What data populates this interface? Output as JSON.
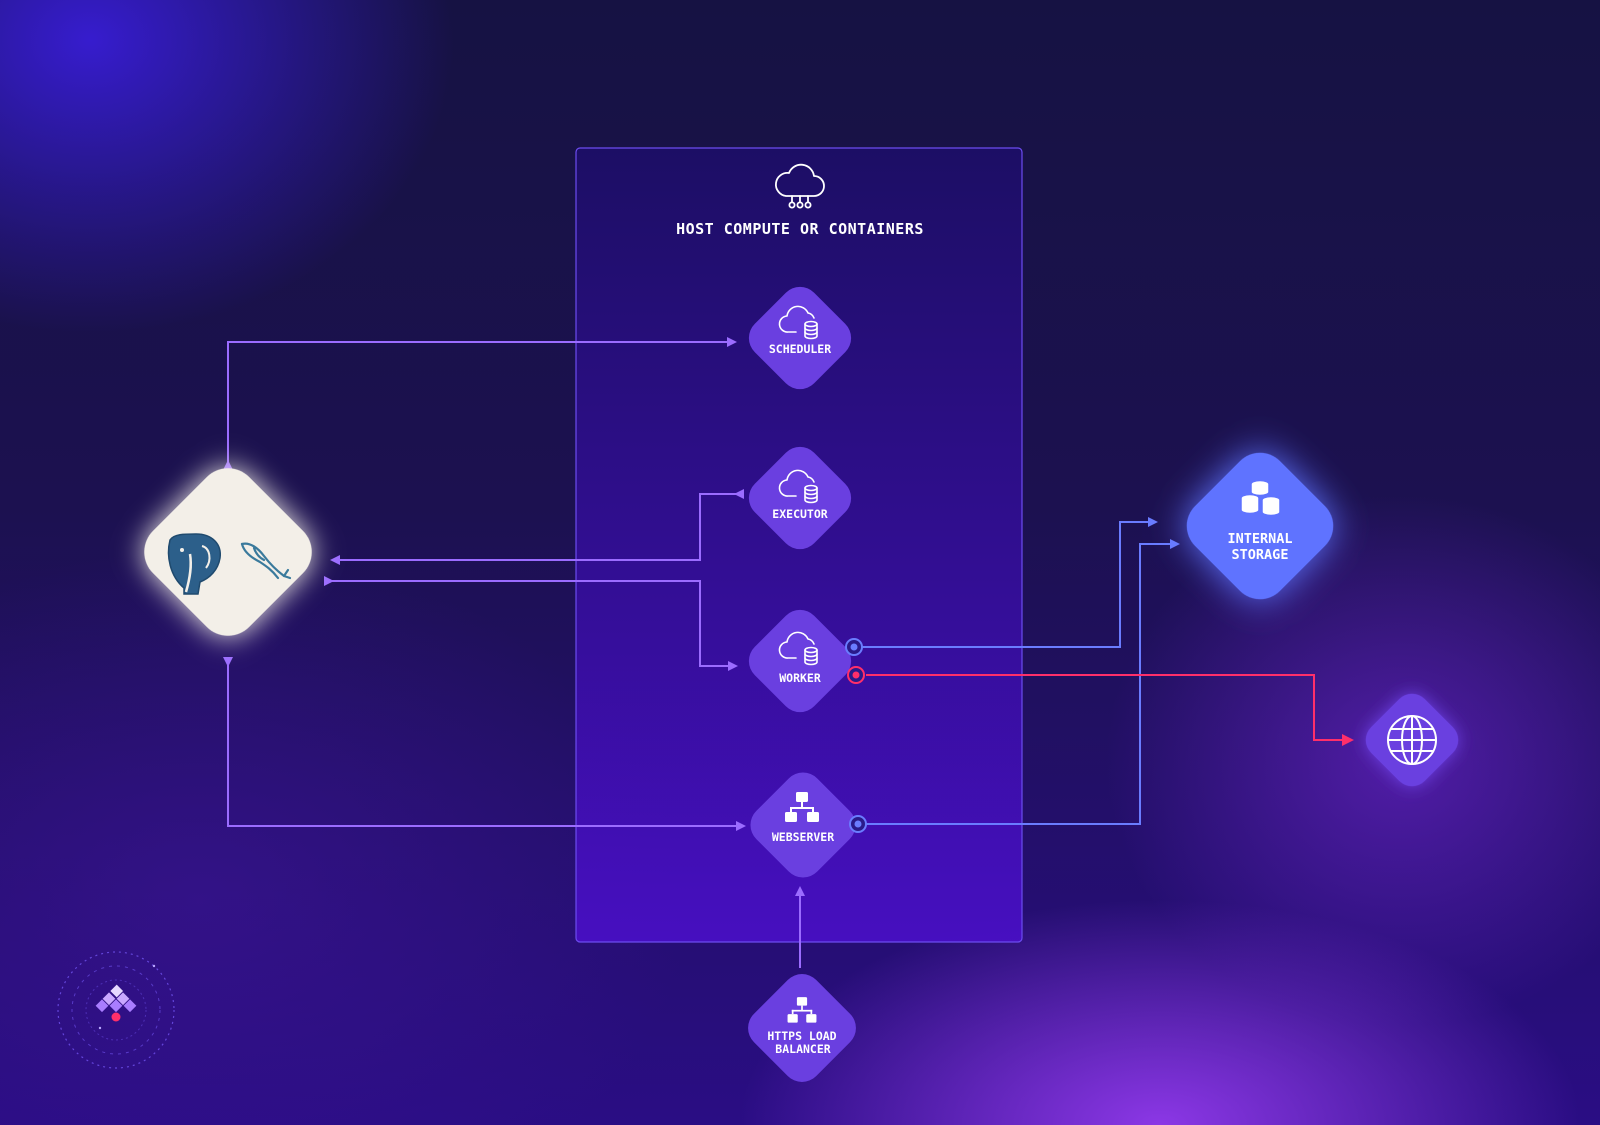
{
  "container": {
    "title": "HOST COMPUTE OR CONTAINERS",
    "icon": "cloud-network-icon"
  },
  "nodes": {
    "database": {
      "icons": [
        "postgresql-elephant-icon",
        "mysql-dolphin-icon"
      ]
    },
    "scheduler": {
      "label": "SCHEDULER",
      "icon": "cloud-database-icon"
    },
    "executor": {
      "label": "EXECUTOR",
      "icon": "cloud-database-icon"
    },
    "worker": {
      "label": "WORKER",
      "icon": "cloud-database-icon"
    },
    "webserver": {
      "label": "WEBSERVER",
      "icon": "sitemap-icon"
    },
    "load_balancer": {
      "label_line1": "HTTPS LOAD",
      "label_line2": "BALANCER",
      "icon": "sitemap-icon"
    },
    "internal_storage": {
      "label_line1": "INTERNAL",
      "label_line2": "STORAGE",
      "icon": "coins-stack-icon"
    },
    "internet": {
      "icon": "globe-icon"
    }
  },
  "branding": {
    "logo": "astronomer-logo-icon"
  },
  "colors": {
    "purple_link": "#9b6cff",
    "blue_link": "#6a7cff",
    "red_link": "#ff2f6a",
    "node_fill": "#6a3fe0",
    "storage_fill": "#5f73ff",
    "db_fill": "#f3efe8",
    "db_icon": "#2c5f8a"
  }
}
